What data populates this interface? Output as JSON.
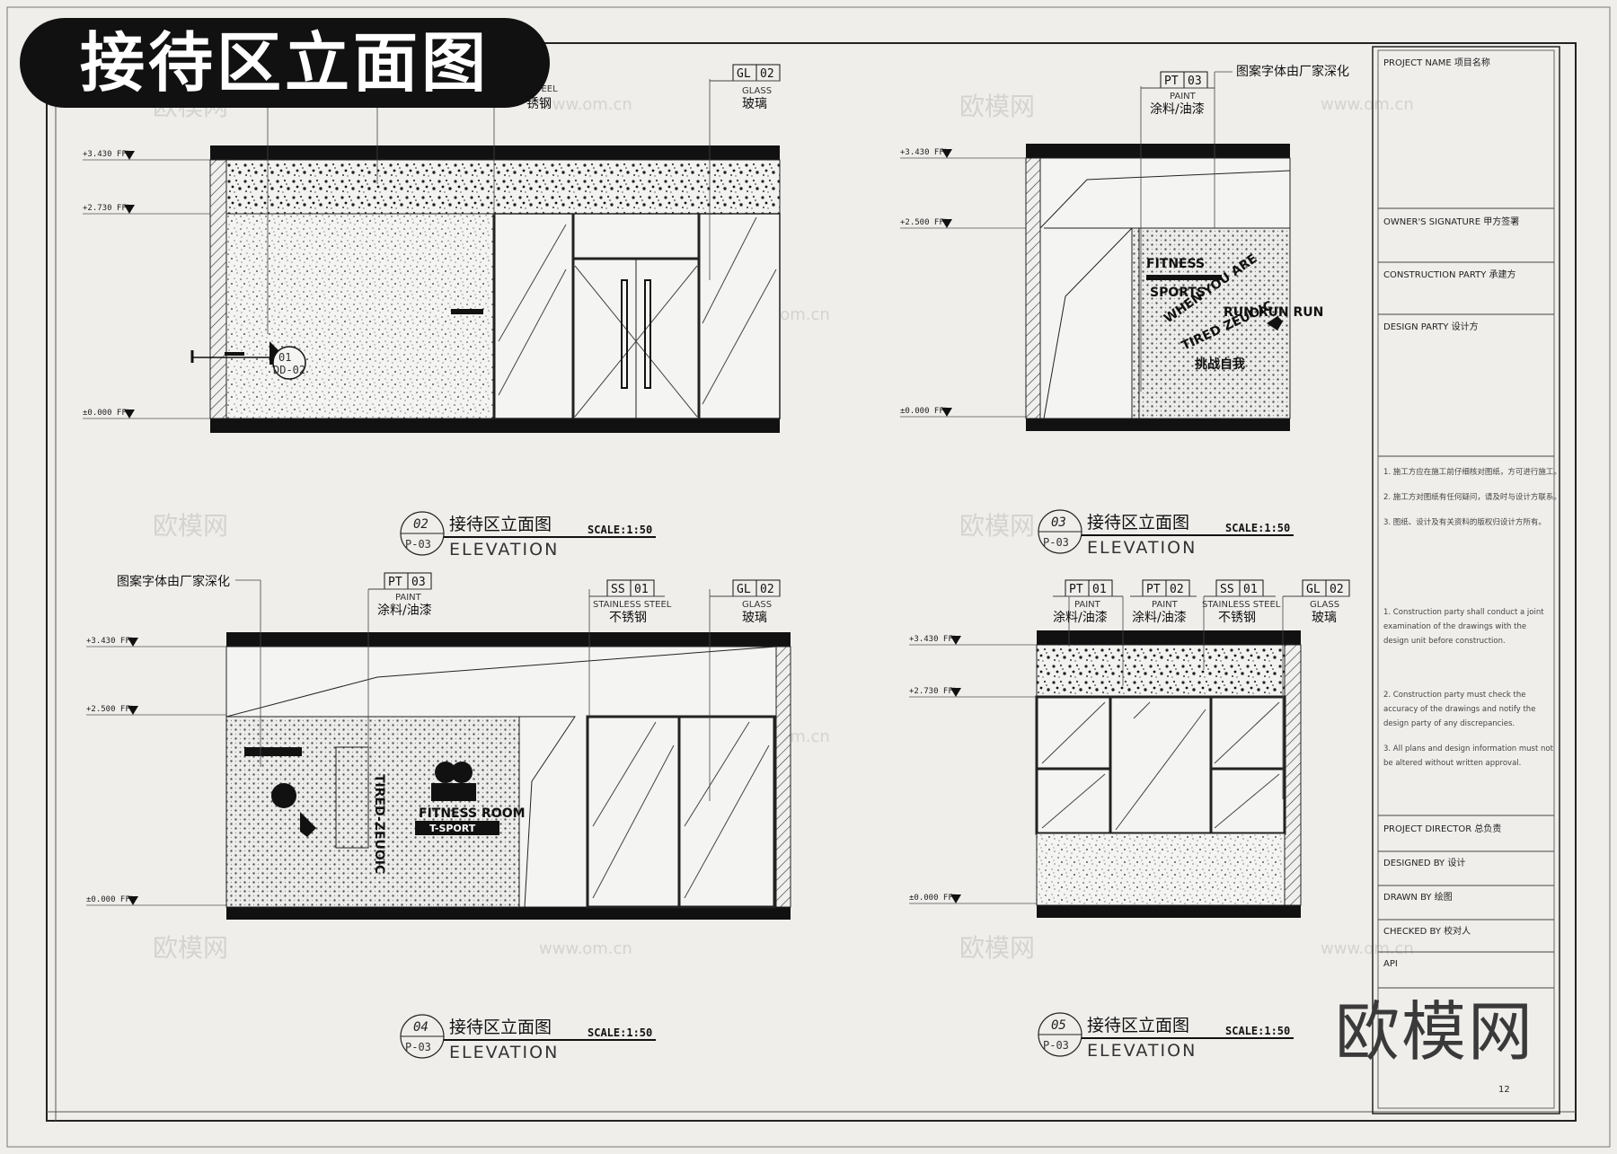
{
  "page_title": "接待区立面图",
  "watermark": {
    "logo": "欧模网",
    "url": "www.om.cn",
    "brand": "欧模网"
  },
  "title_block": {
    "rows": [
      {
        "en": "PROJECT NAME",
        "zh": "项目名称"
      },
      {
        "en": "OWNER'S SIGNATURE",
        "zh": "甲方签署"
      },
      {
        "en": "CONSTRUCTION PARTY",
        "zh": "承建方"
      },
      {
        "en": "DESIGN PARTY",
        "zh": "设计方"
      },
      {
        "en": "PROJECT DIRECTOR",
        "zh": "总负责"
      },
      {
        "en": "DESIGNED BY",
        "zh": "设计"
      },
      {
        "en": "DRAWN BY",
        "zh": "绘图"
      },
      {
        "en": "CHECKED BY",
        "zh": "校对人"
      },
      {
        "en": "API",
        "zh": ""
      }
    ],
    "notes": [
      "1. 施工方应在施工前仔细核对图纸，方可进行施工。",
      "2. 施工方对图纸有任何疑问，请及时与设计方联系。",
      "3. 图纸、设计及有关资料的版权归设计方所有。",
      "1. Construction party shall conduct a joint",
      "examination of the drawings with the",
      "design unit before construction.",
      "2. Construction party must check the",
      "accuracy of the drawings and notify the",
      "design party of any discrepancies.",
      "3. All plans and design information must not",
      "be altered without written approval."
    ],
    "sheet_number": "12"
  },
  "levels": {
    "top": "+3.430 FFL",
    "mid1": "+2.730 FFL",
    "mid2": "+2.500 FFL",
    "floor": "±0.000 FFL"
  },
  "materials": {
    "gl02": {
      "code": "GL",
      "num": "02",
      "en": "GLASS",
      "zh": "玻璃"
    },
    "pt03": {
      "code": "PT",
      "num": "03",
      "en": "PAINT",
      "zh": "涂料/油漆"
    },
    "pt01": {
      "code": "PT",
      "num": "01",
      "en": "PAINT",
      "zh": "涂料/油漆"
    },
    "pt02": {
      "code": "PT",
      "num": "02",
      "en": "PAINT",
      "zh": "涂料/油漆"
    },
    "ss01": {
      "code": "SS",
      "num": "01",
      "en": "STAINLESS STEEL",
      "zh": "不锈钢"
    },
    "note_font": "图案字体由厂家深化",
    "partial_steel": "锈钢"
  },
  "drawings": [
    {
      "num": "02",
      "zh": "接待区立面图",
      "en": "ELEVATION",
      "scale": "SCALE:1:50",
      "ref": "P-03"
    },
    {
      "num": "03",
      "zh": "接待区立面图",
      "en": "ELEVATION",
      "scale": "SCALE:1:50",
      "ref": "P-03"
    },
    {
      "num": "04",
      "zh": "接待区立面图",
      "en": "ELEVATION",
      "scale": "SCALE:1:50",
      "ref": "P-03"
    },
    {
      "num": "05",
      "zh": "接待区立面图",
      "en": "ELEVATION",
      "scale": "SCALE:1:50",
      "ref": "P-03"
    }
  ],
  "section_marker": {
    "num": "01",
    "ref": "DD-02"
  },
  "graphics_b": {
    "l1": "FITNESS",
    "l2": "SPORTS",
    "l3": "WHEN YOU ARE",
    "l4": "RUN RUN RUN",
    "l5": "TIRED ZEUOIC",
    "l6": "挑战自我"
  },
  "graphics_c": {
    "l1": "FITNESS ROOM",
    "l2": "T-SPORT",
    "l3": "TIRED-ZEUOIC"
  }
}
